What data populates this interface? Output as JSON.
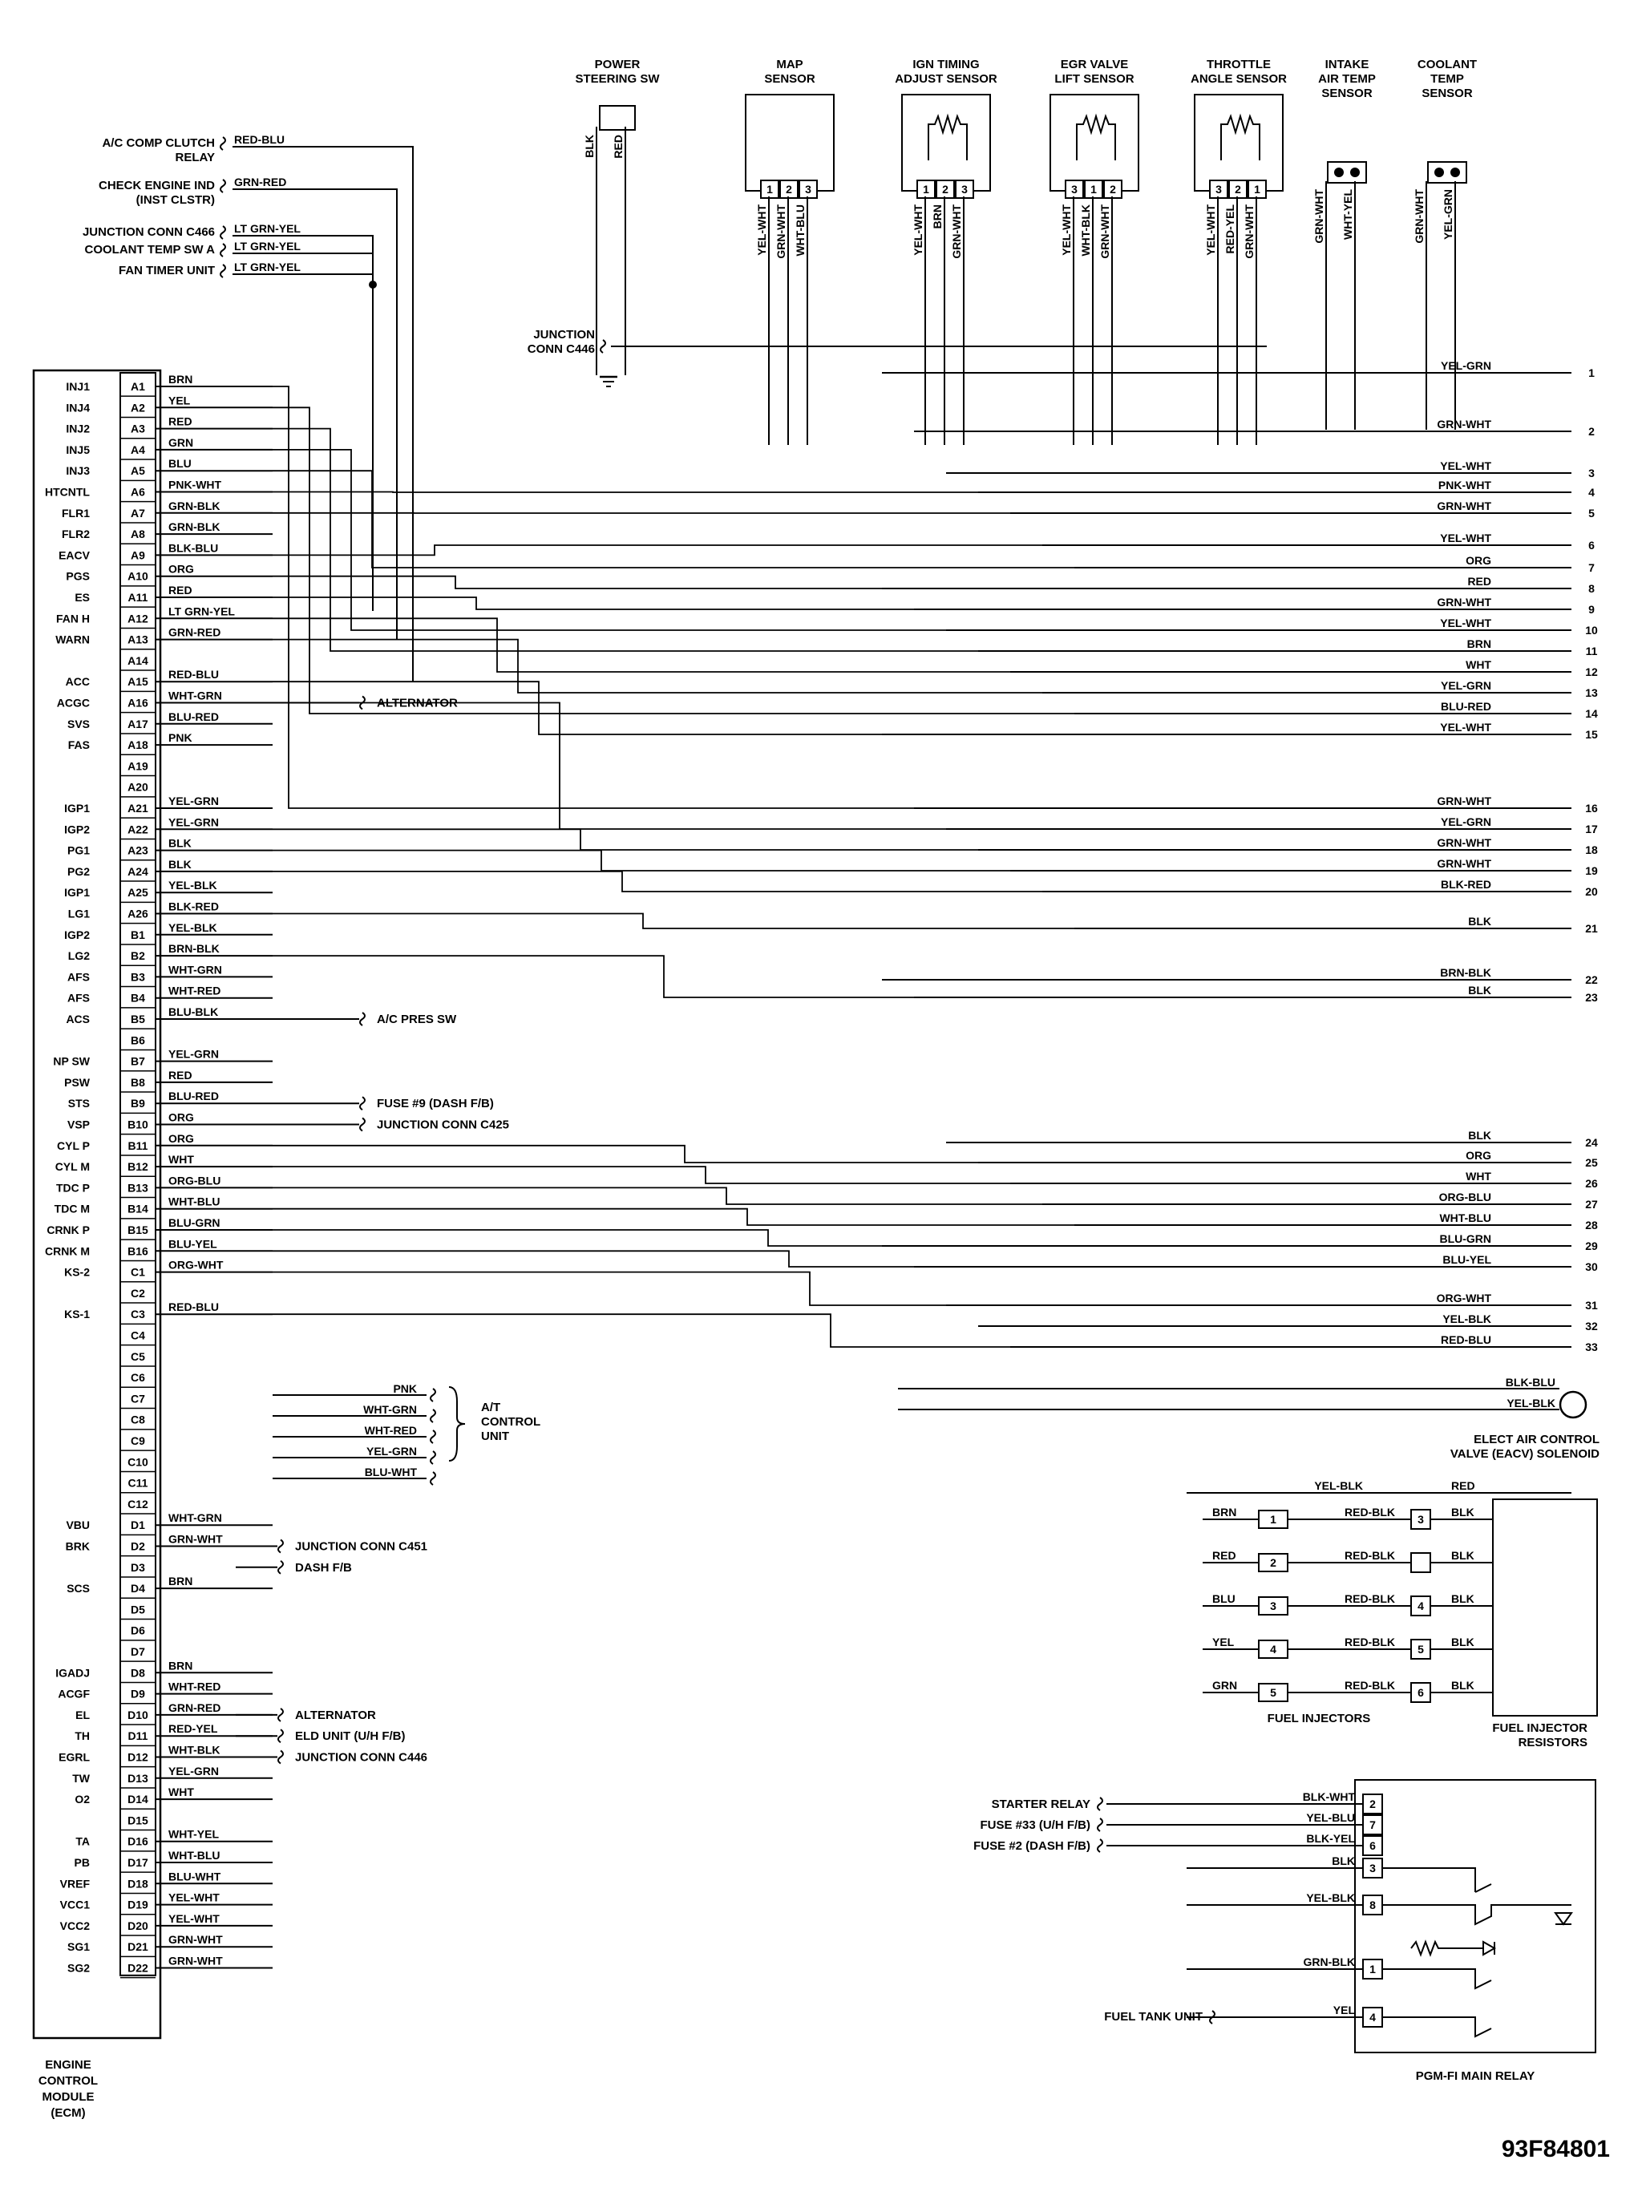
{
  "ecm": {
    "title_lines": [
      "ENGINE",
      "CONTROL",
      "MODULE",
      "(ECM)"
    ],
    "pins": [
      {
        "name": "INJ1",
        "pin": "A1",
        "wire": "BRN"
      },
      {
        "name": "INJ4",
        "pin": "A2",
        "wire": "YEL"
      },
      {
        "name": "INJ2",
        "pin": "A3",
        "wire": "RED"
      },
      {
        "name": "INJ5",
        "pin": "A4",
        "wire": "GRN"
      },
      {
        "name": "INJ3",
        "pin": "A5",
        "wire": "BLU"
      },
      {
        "name": "HTCNTL",
        "pin": "A6",
        "wire": "PNK-WHT"
      },
      {
        "name": "FLR1",
        "pin": "A7",
        "wire": "GRN-BLK"
      },
      {
        "name": "FLR2",
        "pin": "A8",
        "wire": "GRN-BLK"
      },
      {
        "name": "EACV",
        "pin": "A9",
        "wire": "BLK-BLU"
      },
      {
        "name": "PGS",
        "pin": "A10",
        "wire": "ORG"
      },
      {
        "name": "ES",
        "pin": "A11",
        "wire": "RED"
      },
      {
        "name": "FAN H",
        "pin": "A12",
        "wire": "LT GRN-YEL"
      },
      {
        "name": "WARN",
        "pin": "A13",
        "wire": "GRN-RED"
      },
      {
        "name": "",
        "pin": "A14",
        "wire": ""
      },
      {
        "name": "ACC",
        "pin": "A15",
        "wire": "RED-BLU"
      },
      {
        "name": "ACGC",
        "pin": "A16",
        "wire": "WHT-GRN"
      },
      {
        "name": "SVS",
        "pin": "A17",
        "wire": "BLU-RED"
      },
      {
        "name": "FAS",
        "pin": "A18",
        "wire": "PNK"
      },
      {
        "name": "",
        "pin": "A19",
        "wire": ""
      },
      {
        "name": "",
        "pin": "A20",
        "wire": ""
      },
      {
        "name": "IGP1",
        "pin": "A21",
        "wire": "YEL-GRN"
      },
      {
        "name": "IGP2",
        "pin": "A22",
        "wire": "YEL-GRN"
      },
      {
        "name": "PG1",
        "pin": "A23",
        "wire": "BLK"
      },
      {
        "name": "PG2",
        "pin": "A24",
        "wire": "BLK"
      },
      {
        "name": "IGP1",
        "pin": "A25",
        "wire": "YEL-BLK"
      },
      {
        "name": "LG1",
        "pin": "A26",
        "wire": "BLK-RED"
      },
      {
        "name": "IGP2",
        "pin": "B1",
        "wire": "YEL-BLK"
      },
      {
        "name": "LG2",
        "pin": "B2",
        "wire": "BRN-BLK"
      },
      {
        "name": "AFS",
        "pin": "B3",
        "wire": "WHT-GRN"
      },
      {
        "name": "AFS",
        "pin": "B4",
        "wire": "WHT-RED"
      },
      {
        "name": "ACS",
        "pin": "B5",
        "wire": "BLU-BLK"
      },
      {
        "name": "",
        "pin": "B6",
        "wire": ""
      },
      {
        "name": "NP SW",
        "pin": "B7",
        "wire": "YEL-GRN"
      },
      {
        "name": "PSW",
        "pin": "B8",
        "wire": "RED"
      },
      {
        "name": "STS",
        "pin": "B9",
        "wire": "BLU-RED"
      },
      {
        "name": "VSP",
        "pin": "B10",
        "wire": "ORG"
      },
      {
        "name": "CYL P",
        "pin": "B11",
        "wire": "ORG"
      },
      {
        "name": "CYL M",
        "pin": "B12",
        "wire": "WHT"
      },
      {
        "name": "TDC P",
        "pin": "B13",
        "wire": "ORG-BLU"
      },
      {
        "name": "TDC M",
        "pin": "B14",
        "wire": "WHT-BLU"
      },
      {
        "name": "CRNK P",
        "pin": "B15",
        "wire": "BLU-GRN"
      },
      {
        "name": "CRNK M",
        "pin": "B16",
        "wire": "BLU-YEL"
      },
      {
        "name": "KS-2",
        "pin": "C1",
        "wire": "ORG-WHT"
      },
      {
        "name": "",
        "pin": "C2",
        "wire": ""
      },
      {
        "name": "KS-1",
        "pin": "C3",
        "wire": "RED-BLU"
      },
      {
        "name": "",
        "pin": "C4",
        "wire": ""
      },
      {
        "name": "",
        "pin": "C5",
        "wire": ""
      },
      {
        "name": "",
        "pin": "C6",
        "wire": ""
      },
      {
        "name": "",
        "pin": "C7",
        "wire": ""
      },
      {
        "name": "",
        "pin": "C8",
        "wire": ""
      },
      {
        "name": "",
        "pin": "C9",
        "wire": ""
      },
      {
        "name": "",
        "pin": "C10",
        "wire": ""
      },
      {
        "name": "",
        "pin": "C11",
        "wire": ""
      },
      {
        "name": "",
        "pin": "C12",
        "wire": ""
      },
      {
        "name": "VBU",
        "pin": "D1",
        "wire": "WHT-GRN"
      },
      {
        "name": "BRK",
        "pin": "D2",
        "wire": "GRN-WHT"
      },
      {
        "name": "",
        "pin": "D3",
        "wire": ""
      },
      {
        "name": "SCS",
        "pin": "D4",
        "wire": "BRN"
      },
      {
        "name": "",
        "pin": "D5",
        "wire": ""
      },
      {
        "name": "",
        "pin": "D6",
        "wire": ""
      },
      {
        "name": "",
        "pin": "D7",
        "wire": ""
      },
      {
        "name": "IGADJ",
        "pin": "D8",
        "wire": "BRN"
      },
      {
        "name": "ACGF",
        "pin": "D9",
        "wire": "WHT-RED"
      },
      {
        "name": "EL",
        "pin": "D10",
        "wire": "GRN-RED"
      },
      {
        "name": "TH",
        "pin": "D11",
        "wire": "RED-YEL"
      },
      {
        "name": "EGRL",
        "pin": "D12",
        "wire": "WHT-BLK"
      },
      {
        "name": "TW",
        "pin": "D13",
        "wire": "YEL-GRN"
      },
      {
        "name": "O2",
        "pin": "D14",
        "wire": "WHT"
      },
      {
        "name": "",
        "pin": "D15",
        "wire": ""
      },
      {
        "name": "TA",
        "pin": "D16",
        "wire": "WHT-YEL"
      },
      {
        "name": "PB",
        "pin": "D17",
        "wire": "WHT-BLU"
      },
      {
        "name": "VREF",
        "pin": "D18",
        "wire": "BLU-WHT"
      },
      {
        "name": "VCC1",
        "pin": "D19",
        "wire": "YEL-WHT"
      },
      {
        "name": "VCC2",
        "pin": "D20",
        "wire": "YEL-WHT"
      },
      {
        "name": "SG1",
        "pin": "D21",
        "wire": "GRN-WHT"
      },
      {
        "name": "SG2",
        "pin": "D22",
        "wire": "GRN-WHT"
      }
    ]
  },
  "top_left": [
    {
      "name": "A/C COMP CLUTCH",
      "name2": "RELAY",
      "wire": "RED-BLU"
    },
    {
      "name": "CHECK ENGINE IND",
      "name2": "(INST CLSTR)",
      "wire": "GRN-RED"
    },
    {
      "name": "JUNCTION CONN C466",
      "name2": "",
      "wire": "LT GRN-YEL"
    },
    {
      "name": "COOLANT TEMP SW A",
      "name2": "",
      "wire": "LT GRN-YEL"
    },
    {
      "name": "FAN TIMER UNIT",
      "name2": "",
      "wire": "LT GRN-YEL"
    }
  ],
  "junction_c446": [
    "JUNCTION",
    "CONN C446"
  ],
  "sensors": [
    {
      "title": [
        "POWER",
        "STEERING SW"
      ],
      "pins": [],
      "wires": [
        "BLK",
        "RED"
      ]
    },
    {
      "title": [
        "MAP",
        "SENSOR"
      ],
      "pins": [
        "1",
        "2",
        "3"
      ],
      "wires": [
        "YEL-WHT",
        "GRN-WHT",
        "WHT-BLU"
      ]
    },
    {
      "title": [
        "IGN TIMING",
        "ADJUST SENSOR"
      ],
      "pins": [
        "1",
        "2",
        "3"
      ],
      "wires": [
        "YEL-WHT",
        "BRN",
        "GRN-WHT"
      ]
    },
    {
      "title": [
        "EGR VALVE",
        "LIFT SENSOR"
      ],
      "pins": [
        "3",
        "1",
        "2"
      ],
      "wires": [
        "YEL-WHT",
        "WHT-BLK",
        "GRN-WHT"
      ]
    },
    {
      "title": [
        "THROTTLE",
        "ANGLE SENSOR"
      ],
      "pins": [
        "3",
        "2",
        "1"
      ],
      "wires": [
        "YEL-WHT",
        "RED-YEL",
        "GRN-WHT"
      ]
    },
    {
      "title": [
        "INTAKE",
        "AIR TEMP",
        "SENSOR"
      ],
      "pins": [],
      "wires": [
        "GRN-WHT",
        "WHT-YEL"
      ]
    },
    {
      "title": [
        "COOLANT",
        "TEMP",
        "SENSOR"
      ],
      "pins": [],
      "wires": [
        "GRN-WHT",
        "YEL-GRN"
      ]
    }
  ],
  "right_wires": [
    {
      "num": "1",
      "wire": "YEL-GRN"
    },
    {
      "num": "2",
      "wire": "GRN-WHT"
    },
    {
      "num": "3",
      "wire": "YEL-WHT"
    },
    {
      "num": "4",
      "wire": "PNK-WHT"
    },
    {
      "num": "5",
      "wire": "GRN-WHT"
    },
    {
      "num": "6",
      "wire": "YEL-WHT"
    },
    {
      "num": "7",
      "wire": "ORG"
    },
    {
      "num": "8",
      "wire": "RED"
    },
    {
      "num": "9",
      "wire": "GRN-WHT"
    },
    {
      "num": "10",
      "wire": "YEL-WHT"
    },
    {
      "num": "11",
      "wire": "BRN"
    },
    {
      "num": "12",
      "wire": "WHT"
    },
    {
      "num": "13",
      "wire": "YEL-GRN"
    },
    {
      "num": "14",
      "wire": "BLU-RED"
    },
    {
      "num": "15",
      "wire": "YEL-WHT"
    },
    {
      "num": "16",
      "wire": "GRN-WHT"
    },
    {
      "num": "17",
      "wire": "YEL-GRN"
    },
    {
      "num": "18",
      "wire": "GRN-WHT"
    },
    {
      "num": "19",
      "wire": "GRN-WHT"
    },
    {
      "num": "20",
      "wire": "BLK-RED"
    },
    {
      "num": "21",
      "wire": "BLK"
    },
    {
      "num": "22",
      "wire": "BRN-BLK"
    },
    {
      "num": "23",
      "wire": "BLK"
    },
    {
      "num": "24",
      "wire": "BLK"
    },
    {
      "num": "25",
      "wire": "ORG"
    },
    {
      "num": "26",
      "wire": "WHT"
    },
    {
      "num": "27",
      "wire": "ORG-BLU"
    },
    {
      "num": "28",
      "wire": "WHT-BLU"
    },
    {
      "num": "29",
      "wire": "BLU-GRN"
    },
    {
      "num": "30",
      "wire": "BLU-YEL"
    },
    {
      "num": "31",
      "wire": "ORG-WHT"
    },
    {
      "num": "32",
      "wire": "YEL-BLK"
    },
    {
      "num": "33",
      "wire": "RED-BLU"
    }
  ],
  "mid_connections": [
    {
      "label": "ALTERNATOR"
    },
    {
      "label": "A/C PRES SW"
    },
    {
      "label": "FUSE #9 (DASH F/B)"
    },
    {
      "label": "JUNCTION CONN C425"
    }
  ],
  "at_control": {
    "lines": [
      "A/T",
      "CONTROL",
      "UNIT"
    ],
    "wires": [
      "PNK",
      "WHT-GRN",
      "WHT-RED",
      "YEL-GRN",
      "BLU-WHT"
    ]
  },
  "d_connections": [
    {
      "label": "JUNCTION CONN C451"
    },
    {
      "label": "DASH F/B"
    },
    {
      "label": "ALTERNATOR"
    },
    {
      "label": "ELD UNIT (U/H F/B)"
    },
    {
      "label": "JUNCTION CONN C446"
    }
  ],
  "eacv": {
    "wires": [
      "BLK-BLU",
      "YEL-BLK"
    ],
    "lines": [
      "ELECT AIR CONTROL",
      "VALVE (EACV) SOLENOID"
    ]
  },
  "injectors": {
    "label": "FUEL INJECTORS",
    "resistor_label": [
      "FUEL INJECTOR",
      "RESISTORS"
    ],
    "top_wires": [
      "YEL-BLK",
      "RED"
    ],
    "rows": [
      {
        "in": "BRN",
        "num": "1",
        "out": "RED-BLK",
        "pin": "3",
        "res": "BLK"
      },
      {
        "in": "RED",
        "num": "2",
        "out": "RED-BLK",
        "pin": "",
        "res": "BLK"
      },
      {
        "in": "BLU",
        "num": "3",
        "out": "RED-BLK",
        "pin": "4",
        "res": "BLK"
      },
      {
        "in": "YEL",
        "num": "4",
        "out": "RED-BLK",
        "pin": "5",
        "res": "BLK"
      },
      {
        "in": "GRN",
        "num": "5",
        "out": "RED-BLK",
        "pin": "6",
        "res": "BLK"
      }
    ]
  },
  "main_relay": {
    "label": "PGM-FI MAIN RELAY",
    "inputs": [
      {
        "label": "STARTER RELAY",
        "wire": "BLK-WHT",
        "pin": "2"
      },
      {
        "label": "FUSE #33 (U/H F/B)",
        "wire": "YEL-BLU",
        "pin": "7"
      },
      {
        "label": "FUSE #2 (DASH F/B)",
        "wire": "BLK-YEL",
        "pin": "6"
      }
    ],
    "other": [
      {
        "wire": "BLK",
        "pin": "3"
      },
      {
        "wire": "YEL-BLK",
        "pin": "8"
      },
      {
        "wire": "GRN-BLK",
        "pin": "1"
      },
      {
        "wire": "YEL",
        "pin": "4"
      }
    ],
    "fuel_tank": "FUEL TANK UNIT"
  },
  "figure_id": "93F84801"
}
